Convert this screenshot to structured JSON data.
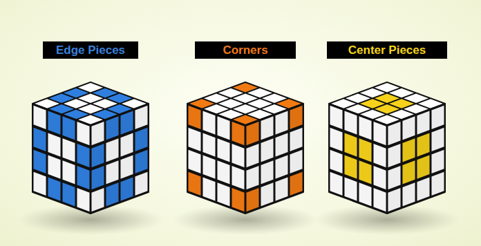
{
  "diagram": {
    "nodes": [
      {
        "text": [
          "Edge Pieces"
        ]
      },
      {
        "text": [
          "Corners"
        ]
      },
      {
        "text": [
          "Center Pieces"
        ]
      }
    ]
  }
}
